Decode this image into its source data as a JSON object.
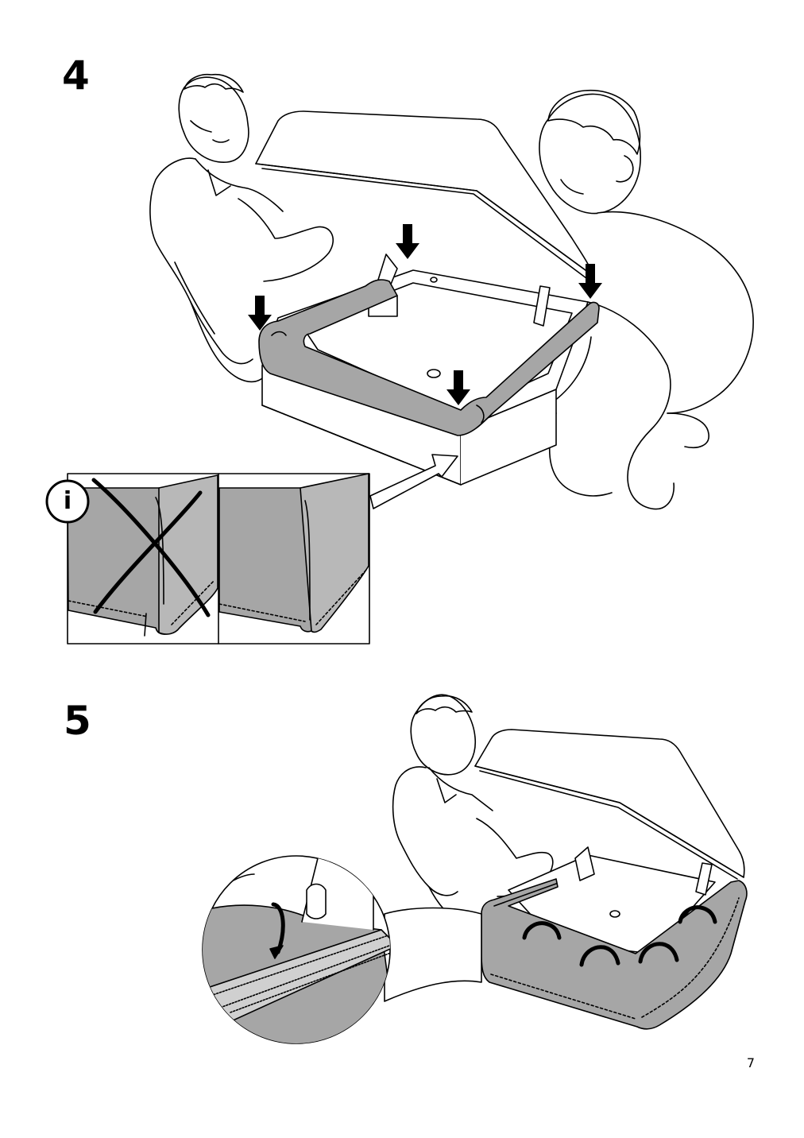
{
  "steps": [
    {
      "number": "4"
    },
    {
      "number": "5"
    }
  ],
  "info_icon": {
    "glyph": "i"
  },
  "page_number": "7",
  "colors": {
    "line": "#000000",
    "fabric": "#a6a6a6",
    "fabric_light": "#b8b8b8",
    "background": "#ffffff"
  }
}
